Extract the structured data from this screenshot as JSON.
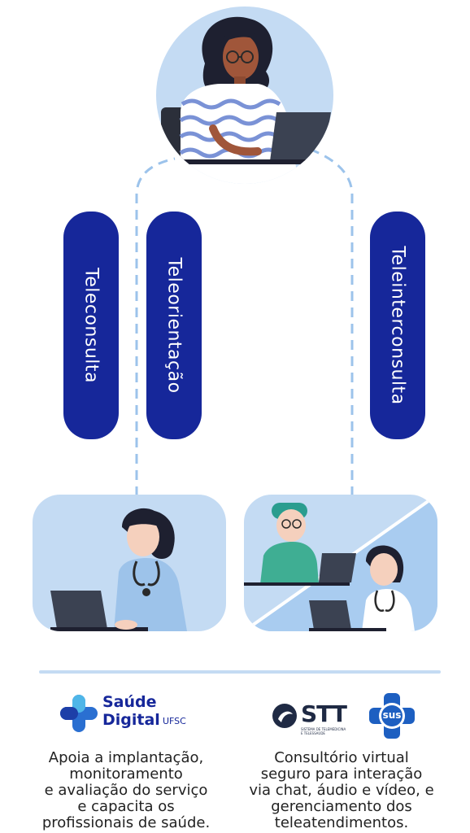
{
  "services": {
    "teleconsulta": "Teleconsulta",
    "teleorientacao": "Teleorientação",
    "teleinterconsulta": "Teleinterconsulta"
  },
  "logos": {
    "saude_line1": "Saúde",
    "saude_line2": "Digital",
    "saude_sup": "UFSC",
    "stt": "STT",
    "stt_sub1": "SISTEMA DE TELEMEDICINA",
    "stt_sub2": "E TELESSAÚDE",
    "esus": "sus"
  },
  "descriptions": {
    "left": [
      "Apoia a implantação,",
      "monitoramento",
      "e avaliação do serviço",
      "e capacita os",
      "profissionais de saúde."
    ],
    "right": [
      "Consultório virtual",
      "seguro para interação",
      "via chat, áudio e vídeo, e",
      "gerenciamento dos",
      "teleatendimentos."
    ]
  },
  "colors": {
    "navy": "#16279a",
    "light_blue": "#c4dbf3",
    "dash": "#9cc3eb"
  }
}
